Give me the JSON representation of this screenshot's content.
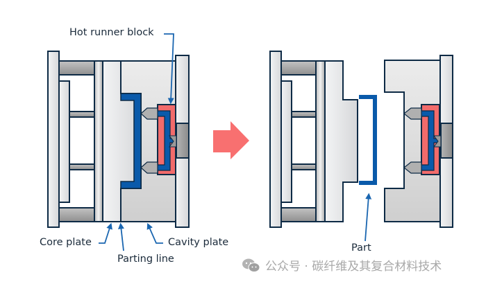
{
  "labels": {
    "hot_runner_block": "Hot runner block",
    "core_plate": "Core plate",
    "parting_line": "Parting line",
    "cavity_plate": "Cavity plate",
    "part": "Part"
  },
  "states": {
    "left": "mold closed",
    "right": "mold open with ejected part"
  },
  "watermark": {
    "icon": "wechat-icon",
    "text": "公众号 · 碳纤维及其复合材料技术"
  },
  "colors": {
    "outline": "#0d2a45",
    "part_blue": "#0a5aaa",
    "hot_runner_red": "#f26b6b",
    "arrow_red": "#f87070",
    "leader_blue": "#1a66b0",
    "plate_light": "#e8e9ea",
    "plate_gray": "#a9a9a9"
  }
}
